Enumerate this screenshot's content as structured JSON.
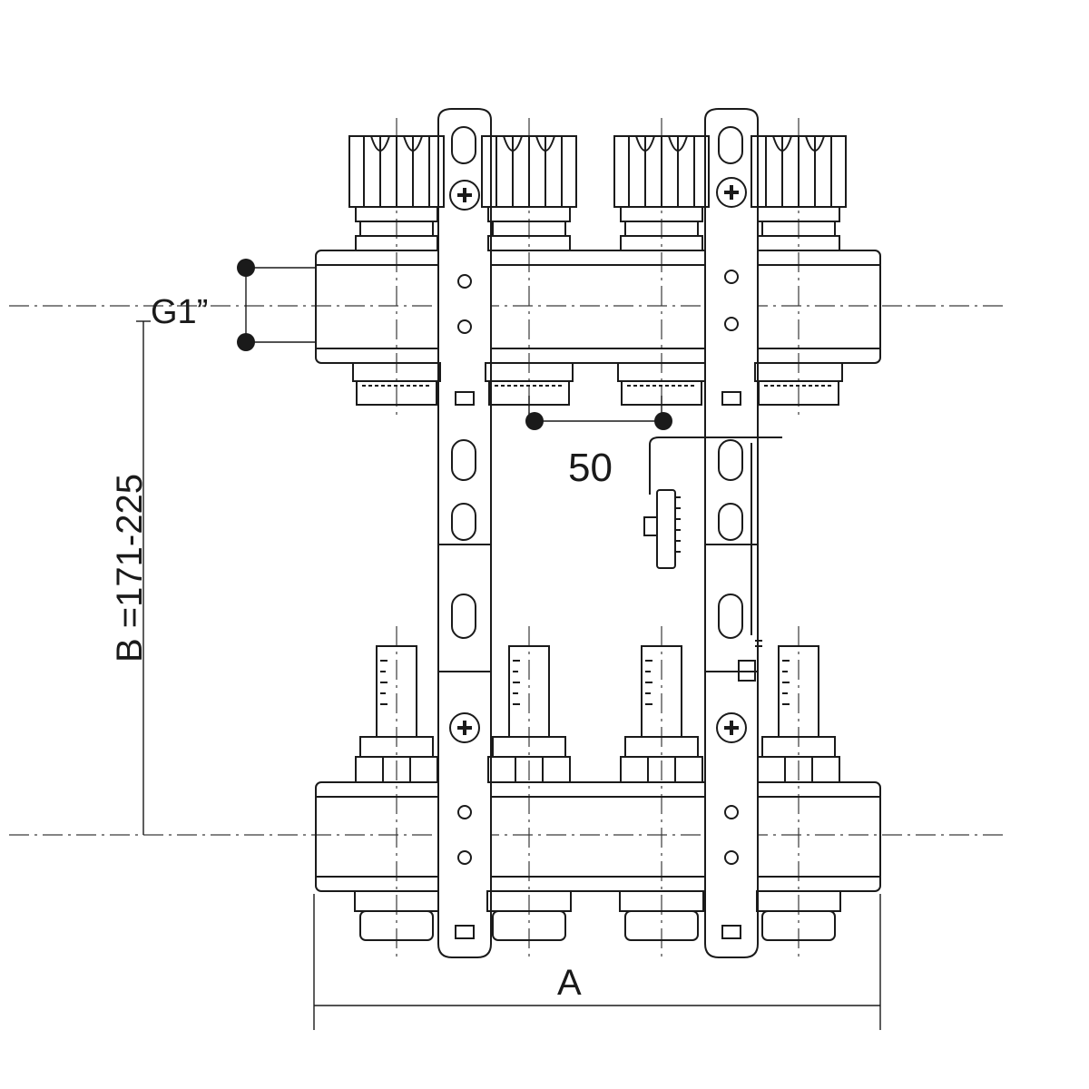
{
  "labels": {
    "thread_size": "G1”",
    "outlet_spacing": "50",
    "height_dimension": "B =171-225",
    "length_dimension": "A"
  },
  "colors": {
    "line": "#1a1a1a",
    "centerline": "#3a3a3a",
    "background": "#ffffff"
  }
}
